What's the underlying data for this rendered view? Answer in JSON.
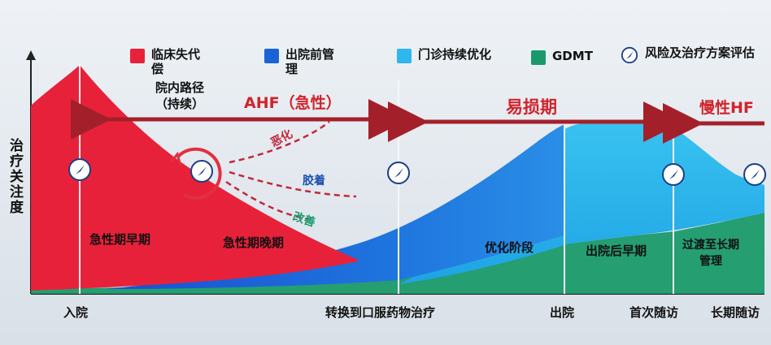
{
  "legend": [
    {
      "label": "临床失代偿",
      "color": "#e8213a",
      "icon": "square"
    },
    {
      "label": "出院前管理",
      "color": "#1a63d6",
      "icon": "square"
    },
    {
      "label": "门诊持续优化",
      "color": "#2fb6ec",
      "icon": "square"
    },
    {
      "label": "GDMT",
      "color": "#1a9a6c",
      "icon": "square"
    },
    {
      "label": "风险及治疗方案评估",
      "color": "#1a3f86",
      "icon": "compass-icon"
    }
  ],
  "y_axis_label": "治疗关注度",
  "phases": {
    "acute": "AHF（急性）",
    "vulnerable": "易损期",
    "chronic": "慢性HF"
  },
  "pathway": {
    "label": "院内路径",
    "sub": "（持续）"
  },
  "trajectories": {
    "worse": "恶化",
    "stalemate": "胶着",
    "improve": "改善"
  },
  "regions": {
    "early_acute": "急性期早期",
    "late_acute": "急性期晚期",
    "optimization": "优化阶段",
    "post_discharge": "出院后早期",
    "transition": "过渡至长期管理"
  },
  "timeline": {
    "admission": "入院",
    "oral_switch": "转换到口服药物治疗",
    "discharge": "出院",
    "first_followup": "首次随访",
    "long_term": "长期随访"
  }
}
